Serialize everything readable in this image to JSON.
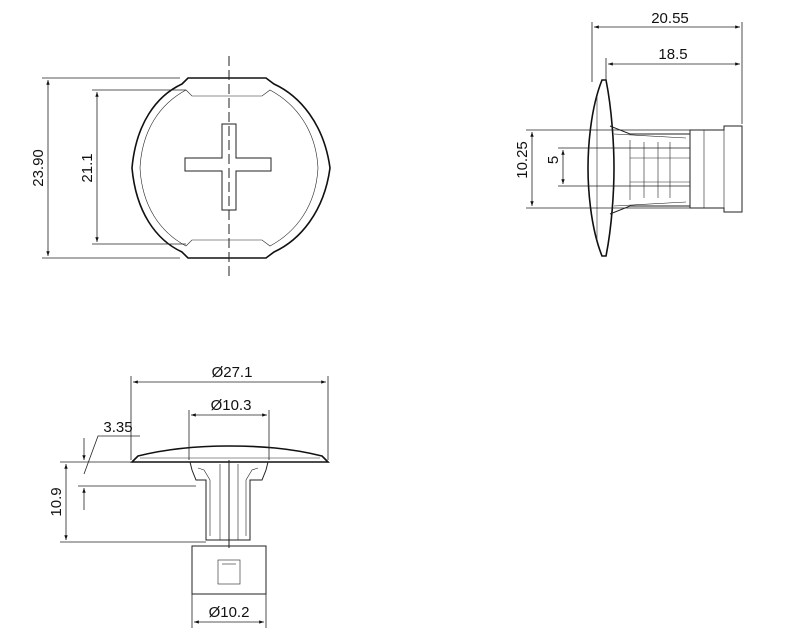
{
  "dimensions": {
    "front_height_outer": "23.90",
    "front_height_inner": "21.1",
    "side_length_total": "20.55",
    "side_length_body": "18.5",
    "side_height_outer": "10.25",
    "side_height_inner": "5",
    "bottom_diameter_head": "Ø27.1",
    "bottom_diameter_mid": "Ø10.3",
    "bottom_head_thickness": "3.35",
    "bottom_height": "10.9",
    "bottom_diameter_base": "Ø10.2"
  },
  "colors": {
    "line": "#222222",
    "background": "#ffffff"
  }
}
